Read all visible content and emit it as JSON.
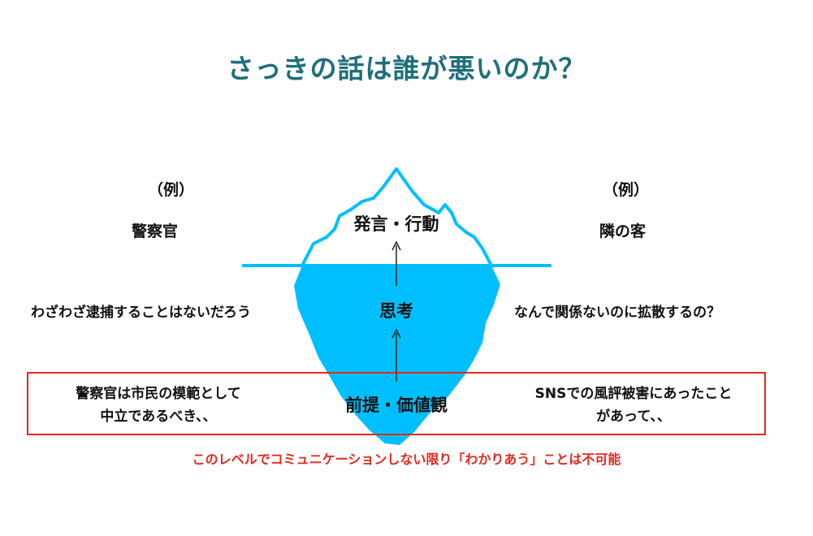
{
  "title": "さっきの話は誰が悪いのか？",
  "left": {
    "example_label": "（例）",
    "name": "警察官",
    "thought": "わざわざ逮捕することはないだろう",
    "values_line1": "警察官は市民の模範として",
    "values_line2": "中立であるべき、、"
  },
  "right": {
    "example_label": "（例）",
    "name": "隣の客",
    "thought": "なんで関係ないのに拡散するの？",
    "values_line1": "SNSでの風評被害にあったこと",
    "values_line2": "があって、、"
  },
  "iceberg": {
    "top_label": "発言・行動",
    "middle_label": "思考",
    "bottom_label": "前提・価値観"
  },
  "warning": "このレベルでコミュニケーションしない限り「わかりあう」ことは不可能",
  "colors": {
    "title": "#1f6f7c",
    "water": "#00bfff",
    "ice_outline": "#00bfff",
    "highlight": "#e02a1f"
  }
}
